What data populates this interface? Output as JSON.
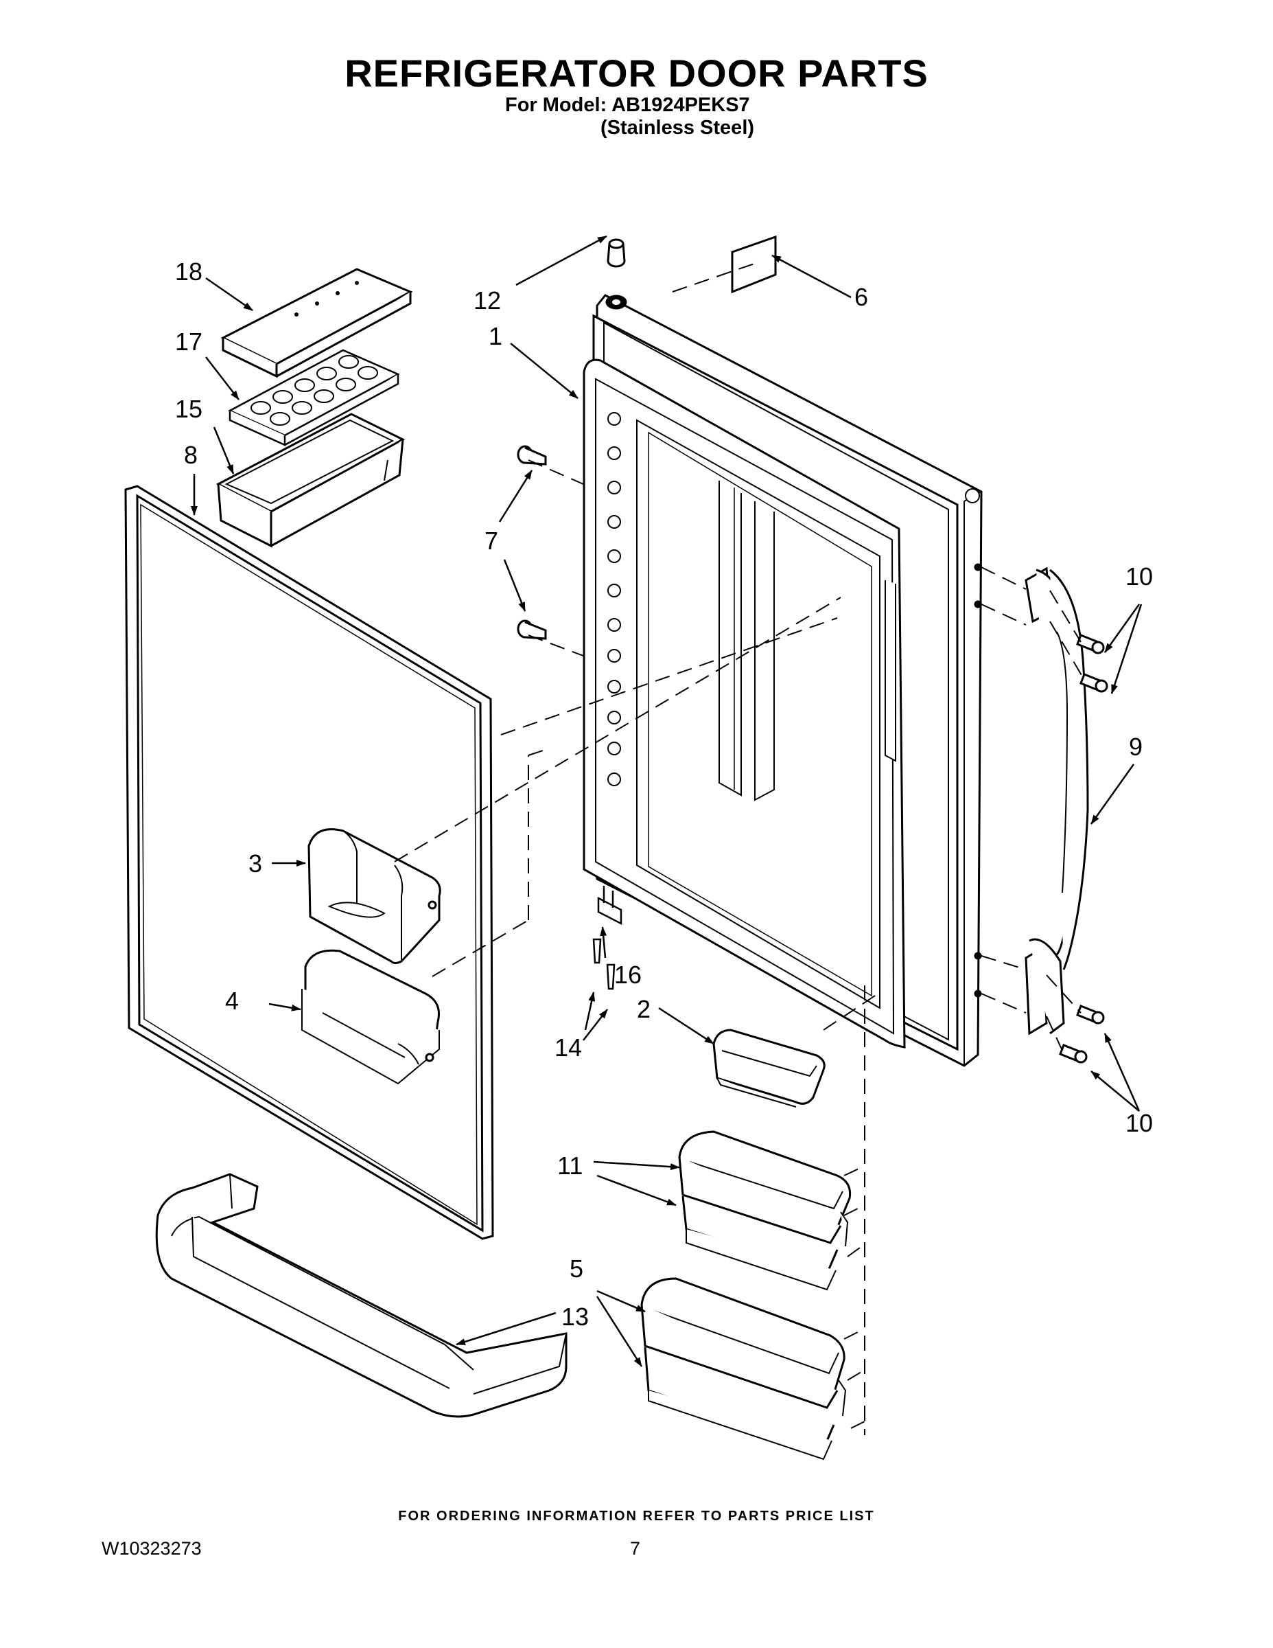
{
  "header": {
    "title": "REFRIGERATOR DOOR PARTS",
    "model_line": "For Model: AB1924PEKS7",
    "finish_line": "(Stainless Steel)"
  },
  "footer": {
    "ordering_note": "FOR ORDERING INFORMATION REFER TO PARTS PRICE LIST",
    "document_number": "W10323273",
    "page_number": "7"
  },
  "callouts": {
    "c1": "1",
    "c2": "2",
    "c3": "3",
    "c4": "4",
    "c5": "5",
    "c6": "6",
    "c7": "7",
    "c8": "8",
    "c9": "9",
    "c10a": "10",
    "c10b": "10",
    "c11": "11",
    "c12": "12",
    "c13": "13",
    "c14": "14",
    "c15": "15",
    "c16": "16",
    "c17": "17",
    "c18": "18"
  }
}
